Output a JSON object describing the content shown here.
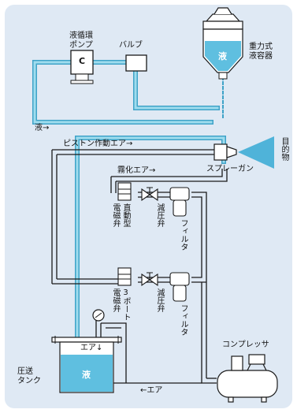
{
  "labels": {
    "pump": "液循環\nポンプ",
    "pump_symbol": "C",
    "valve": "バルブ",
    "gravity_container": "重力式\n液容器",
    "liquid_top": "液",
    "liquid_flow": "液→",
    "piston_air": "ピストン作動エア→",
    "atomizing_air": "霧化エア→",
    "spray_gun": "スプレーガン",
    "target": "目的物",
    "solenoid_direct_a": "電磁弁",
    "solenoid_direct_b": "直動型",
    "reducing_valve_1": "減圧弁",
    "filter_1": "フィルタ",
    "solenoid_3port_a": "電磁弁",
    "solenoid_3port_b": "3ポート",
    "reducing_valve_2": "減圧弁",
    "filter_2": "フィルタ",
    "air_in_tank": "エア↓",
    "liquid_tank": "液",
    "pressure_tank": "圧送\nタンク",
    "compressor": "コンプレッサ",
    "air_return": "←エア"
  },
  "colors": {
    "panel": "#dfe9f4",
    "liquid": "#8fd6ea",
    "liquid_dark": "#3fa3c8",
    "pipe_air": "#1a1a1a",
    "cone": "#4fb3d9"
  }
}
